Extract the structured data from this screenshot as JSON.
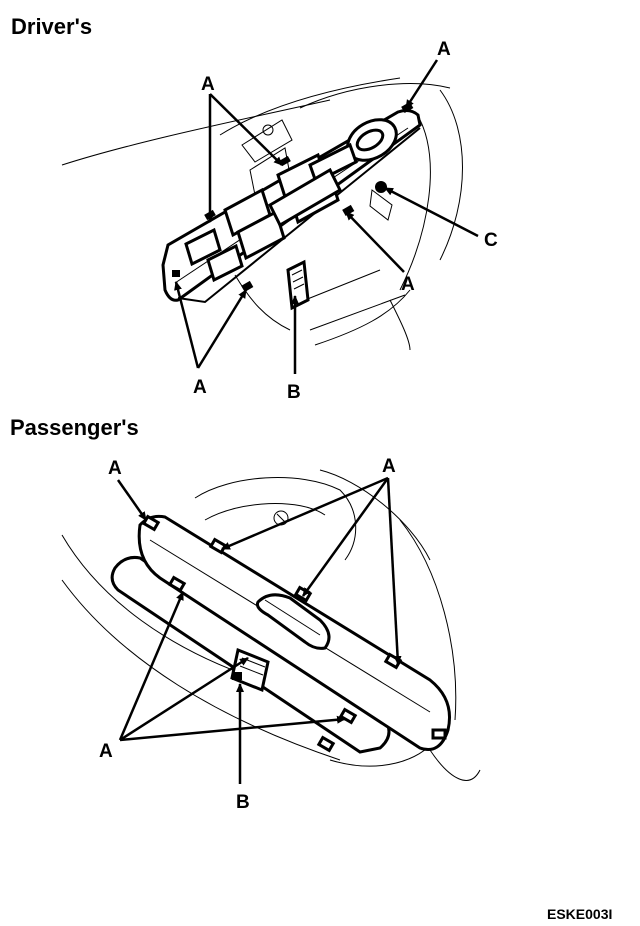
{
  "sections": {
    "driver_title": "Driver's",
    "passenger_title": "Passenger's"
  },
  "labels": {
    "A": "A",
    "B": "B",
    "C": "C"
  },
  "figure_code": "ESKE003I"
}
